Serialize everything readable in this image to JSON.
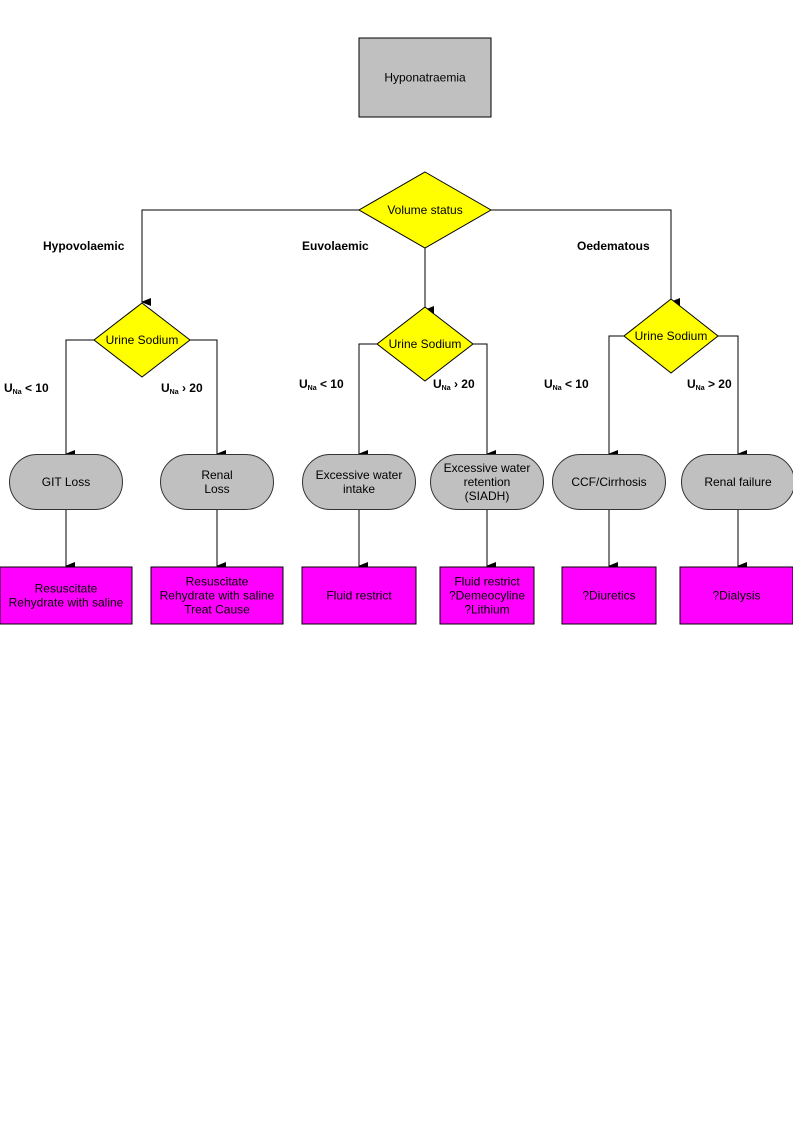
{
  "title": "Hyponatraemia",
  "colors": {
    "start_box": "#c0c0c0",
    "decision": "#ffff00",
    "terminal": "#c0c0c0",
    "action": "#ff00ff",
    "line": "#000000"
  },
  "root_decision": "Volume status",
  "branches": [
    {
      "label": "Hypovolaemic",
      "decision": "Urine Sodium",
      "low": {
        "criterion": {
          "main": "U",
          "sub": "Na",
          "op": "< 10"
        },
        "condition": [
          "GIT Loss"
        ],
        "action": [
          "Resuscitate",
          "Rehydrate with saline"
        ]
      },
      "high": {
        "criterion": {
          "main": "U",
          "sub": "Na",
          "op": "› 20"
        },
        "condition": [
          "Renal",
          "Loss"
        ],
        "action": [
          "Resuscitate",
          "Rehydrate with saline",
          "Treat Cause"
        ]
      }
    },
    {
      "label": "Euvolaemic",
      "decision": "Urine Sodium",
      "low": {
        "criterion": {
          "main": "U",
          "sub": "Na",
          "op": "< 10"
        },
        "condition": [
          "Excessive water",
          "intake"
        ],
        "action": [
          "Fluid restrict"
        ]
      },
      "high": {
        "criterion": {
          "main": "U",
          "sub": "Na",
          "op": "› 20"
        },
        "condition": [
          "Excessive water",
          "retention",
          "(SIADH)"
        ],
        "action": [
          "Fluid restrict",
          "?Demeocyline",
          "?Lithium"
        ]
      }
    },
    {
      "label": "Oedematous",
      "decision": "Urine Sodium",
      "low": {
        "criterion": {
          "main": "U",
          "sub": "Na",
          "op": "< 10"
        },
        "condition": [
          "CCF/Cirrhosis"
        ],
        "action": [
          "?Diuretics"
        ]
      },
      "high": {
        "criterion": {
          "main": "U",
          "sub": "Na",
          "op": "> 20"
        },
        "condition": [
          "Renal failure"
        ],
        "action": [
          "?Dialysis"
        ]
      }
    }
  ]
}
